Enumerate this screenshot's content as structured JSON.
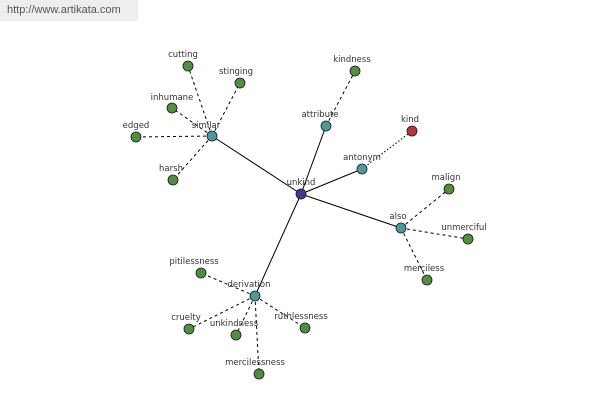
{
  "site": {
    "url": "http://www.artikata.com"
  },
  "colors": {
    "center": "#3d3b8c",
    "relation": "#4a9a9a",
    "leaf": "#4f8f3f",
    "antonym_leaf": "#b03a3a"
  },
  "graph": {
    "center": "unkind",
    "relations": [
      "similar",
      "attribute",
      "antonym",
      "also",
      "derivation"
    ],
    "leaves": {
      "similar": [
        "cutting",
        "stinging",
        "inhumane",
        "edged",
        "harsh"
      ],
      "attribute": [
        "kindness"
      ],
      "antonym": [
        "kind"
      ],
      "also": [
        "malign",
        "unmerciful",
        "merciless"
      ],
      "derivation": [
        "pitilessness",
        "cruelty",
        "unkindness",
        "ruthlessness",
        "mercilessness"
      ]
    }
  }
}
